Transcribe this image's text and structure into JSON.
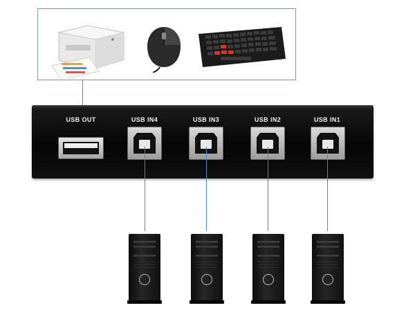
{
  "device": {
    "ports": [
      {
        "id": "usb-out",
        "label": "USB OUT"
      },
      {
        "id": "usb-in4",
        "label": "USB IN4"
      },
      {
        "id": "usb-in3",
        "label": "USB IN3"
      },
      {
        "id": "usb-in2",
        "label": "USB IN2"
      },
      {
        "id": "usb-in1",
        "label": "USB IN1"
      }
    ]
  },
  "peripherals": {
    "items": [
      {
        "name": "printer",
        "icon": "printer-icon"
      },
      {
        "name": "mouse",
        "icon": "mouse-icon"
      },
      {
        "name": "keyboard",
        "icon": "keyboard-icon"
      }
    ]
  },
  "computers": {
    "count": 4,
    "icon": "desktop-tower-icon"
  },
  "colors": {
    "connector_line": "#3e8eb5",
    "box_border": "#7f9aa8",
    "device_body": "#0b0b0b",
    "keyboard_accent": "#d9362b"
  }
}
